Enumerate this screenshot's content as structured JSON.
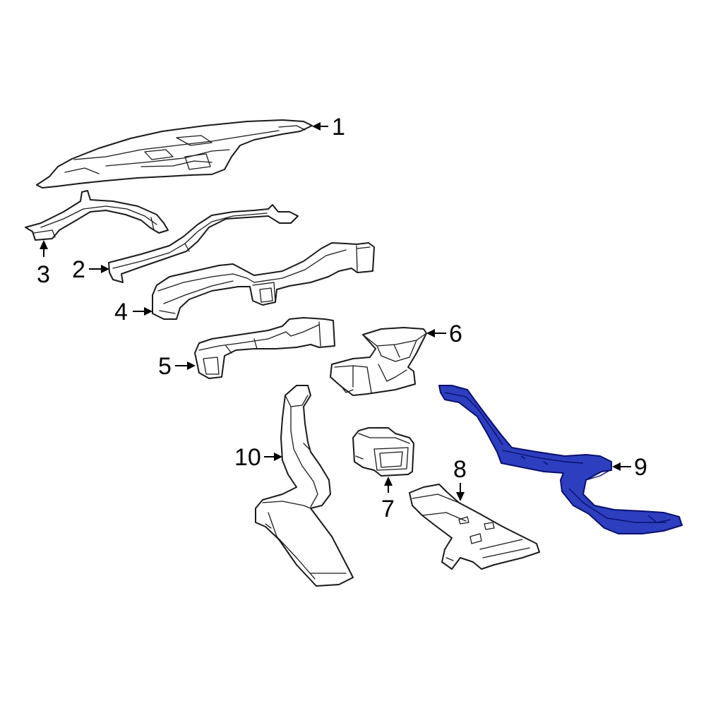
{
  "colors": {
    "highlight_fill": "#2d3fbf",
    "highlight_stroke": "#0a0f6e",
    "line": "#1a1a1a",
    "background": "#ffffff"
  },
  "callouts": {
    "c1": "1",
    "c2": "2",
    "c3": "3",
    "c4": "4",
    "c5": "5",
    "c6": "6",
    "c7": "7",
    "c8": "8",
    "c9": "9",
    "c10": "10"
  },
  "highlighted_part": "9"
}
